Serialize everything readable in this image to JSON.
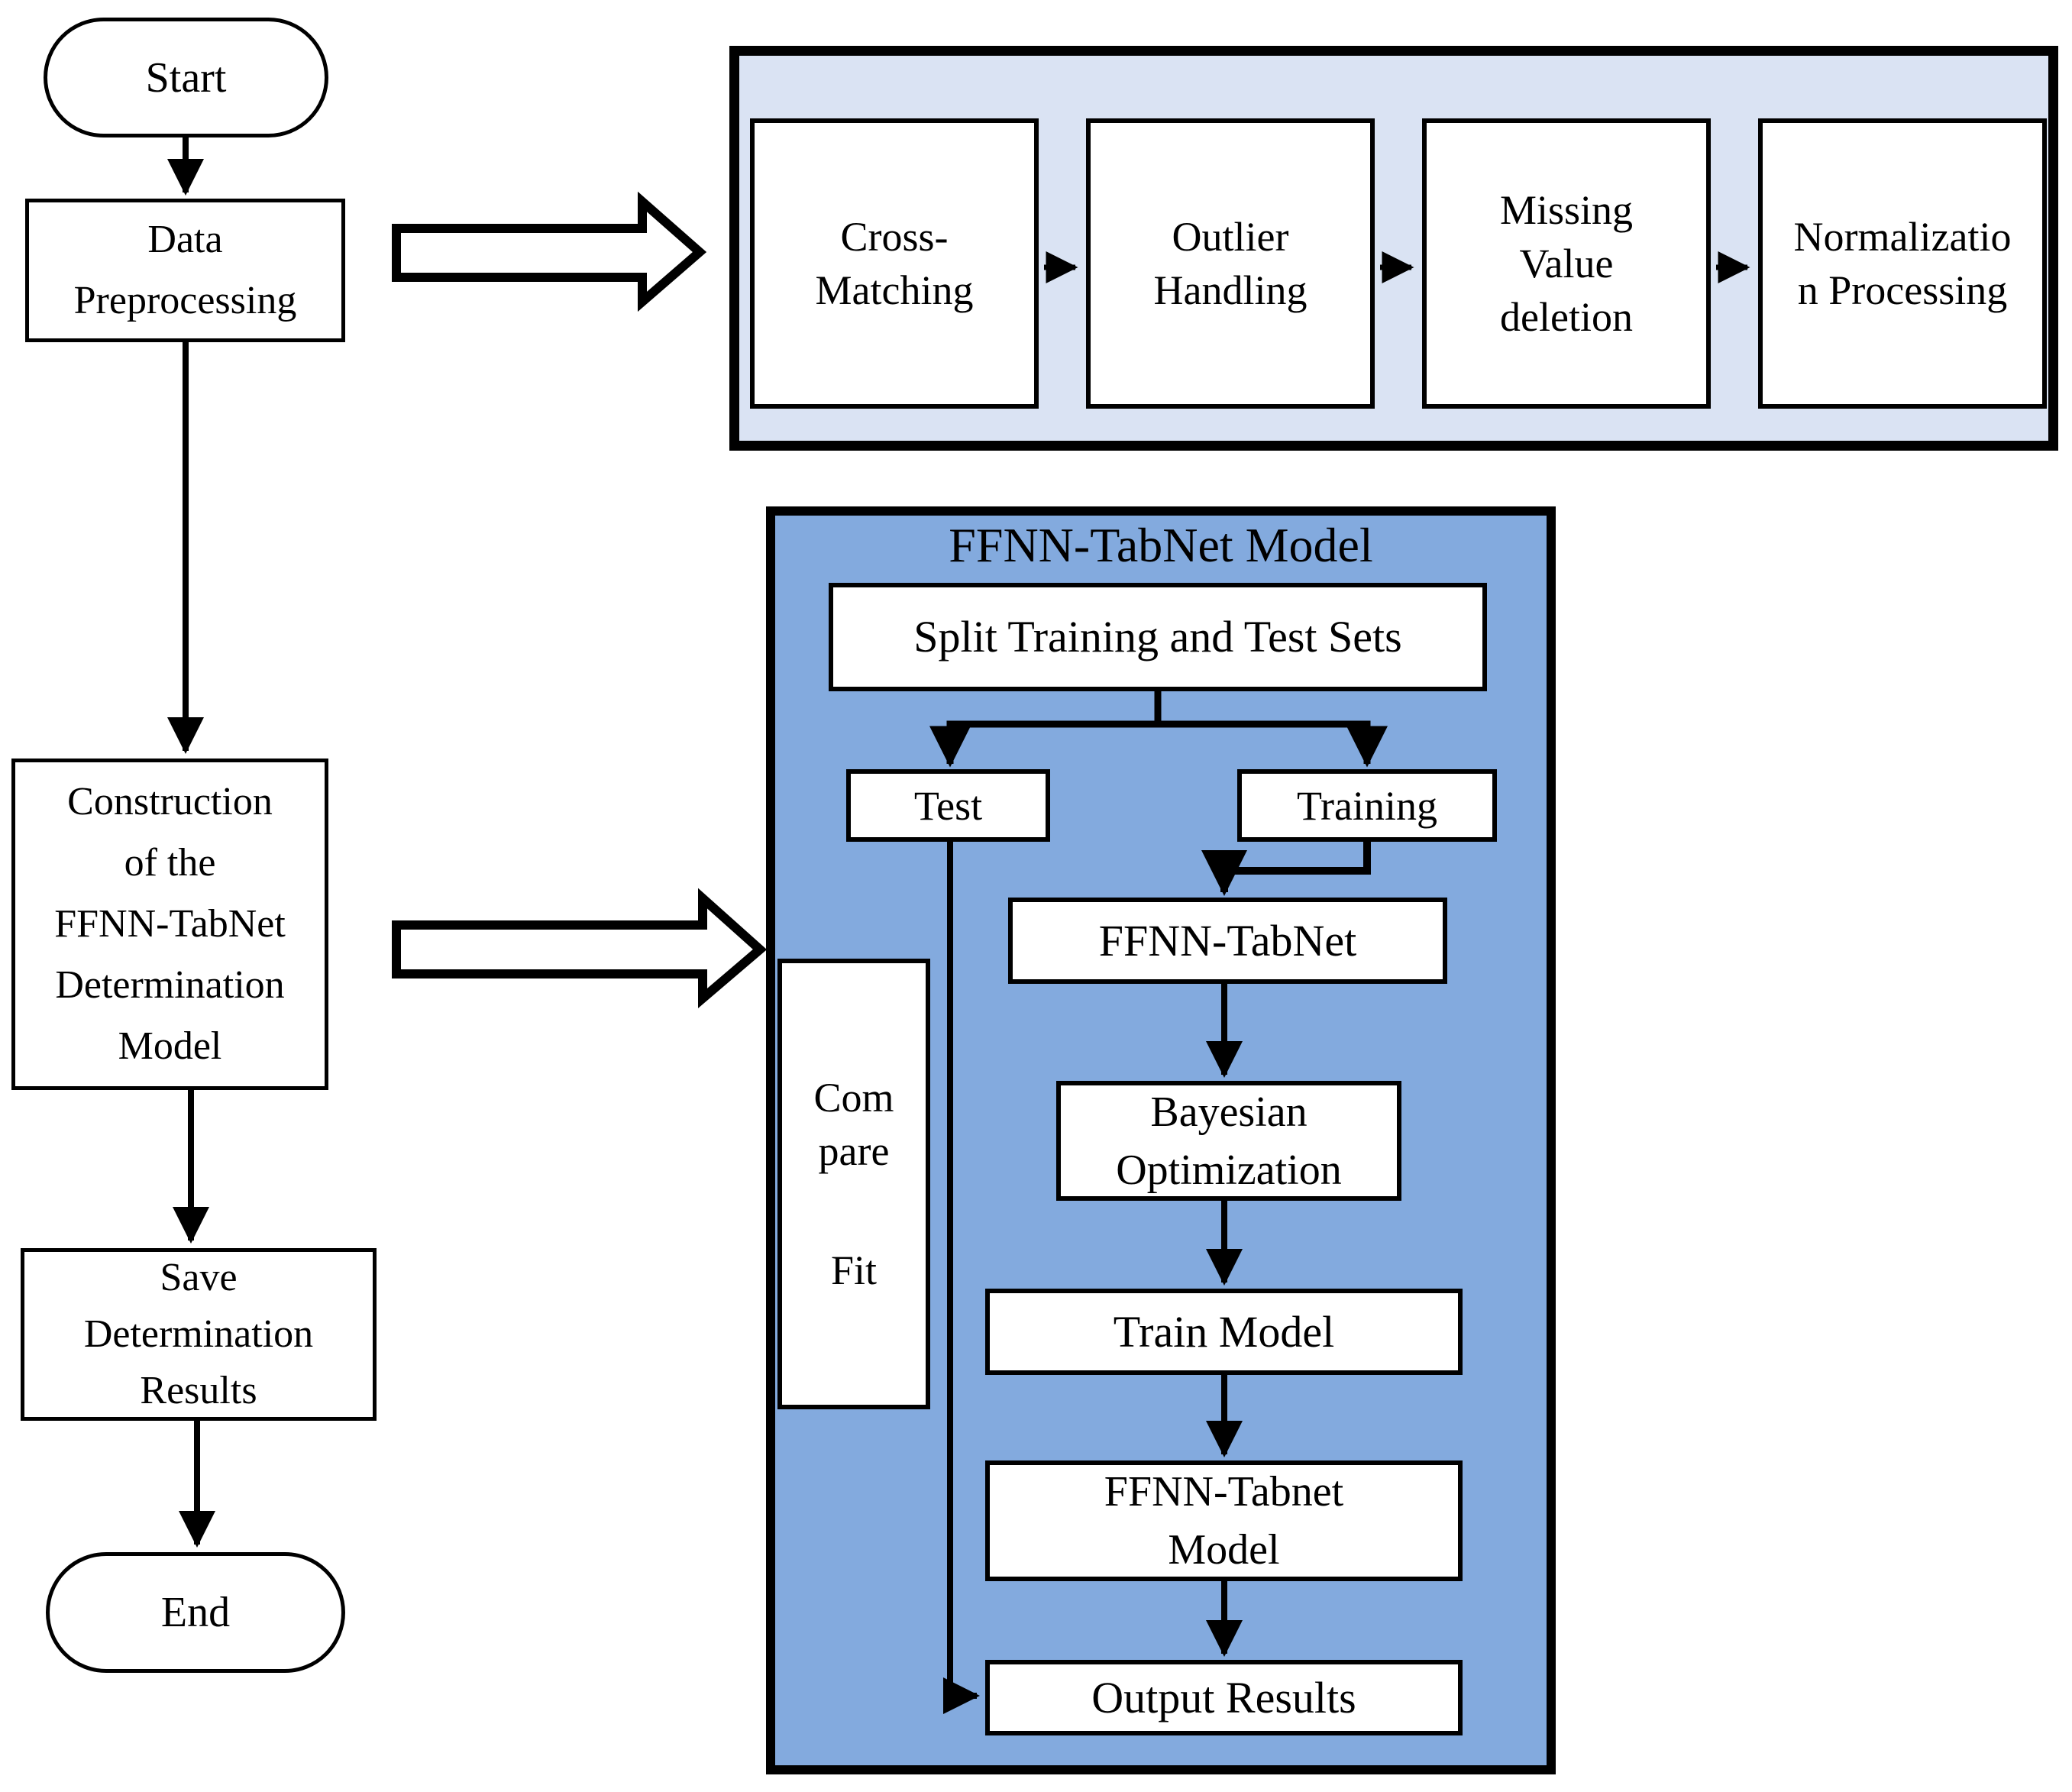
{
  "colors": {
    "light_blue_panel": "#dae3f3",
    "blue_panel": "#83aade",
    "box_fill": "#ffffff",
    "line_color": "#000000"
  },
  "left_flow": {
    "start_label": "Start",
    "data_preprocessing_lines": [
      "Data",
      "Preprocessing"
    ],
    "construction_lines": [
      "Construction",
      "of the",
      "FFNN-TabNet",
      "Determination",
      "Model"
    ],
    "save_lines": [
      "Save",
      "Determination",
      "Results"
    ],
    "end_label": "End"
  },
  "preprocessing_panel": {
    "steps": [
      {
        "lines": [
          "Cross-",
          "Matching"
        ]
      },
      {
        "lines": [
          "Outlier",
          "Handling"
        ]
      },
      {
        "lines": [
          "Missing",
          "Value",
          "deletion"
        ]
      },
      {
        "lines": [
          "Normalizatio",
          "n Processing"
        ]
      }
    ]
  },
  "model_panel": {
    "title": "FFNN-TabNet Model",
    "split_label": "Split Training and Test Sets",
    "test_label": "Test",
    "training_label": "Training",
    "ffnn_tabnet_label": "FFNN-TabNet",
    "bayesian_lines": [
      "Bayesian",
      "Optimization"
    ],
    "train_model_label": "Train Model",
    "ffnn_tabnet_model_lines": [
      "FFNN-Tabnet",
      "Model"
    ],
    "output_label": "Output Results",
    "compare_lines": [
      "Com",
      "pare"
    ],
    "fit_label": "Fit"
  }
}
